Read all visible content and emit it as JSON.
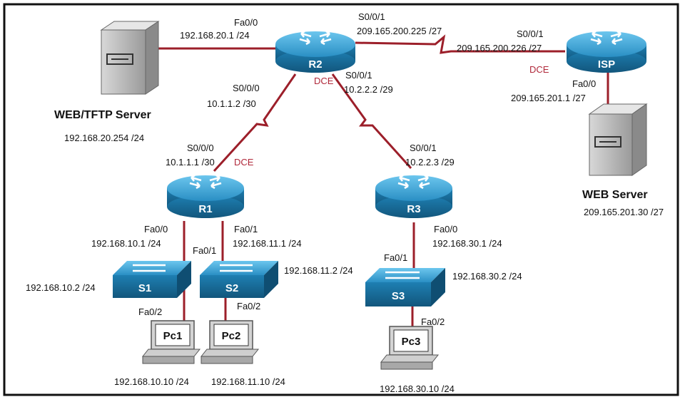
{
  "devices": {
    "r1": "R1",
    "r2": "R2",
    "r3": "R3",
    "isp": "ISP",
    "s1": "S1",
    "s2": "S2",
    "s3": "S3",
    "pc1": "Pc1",
    "pc2": "Pc2",
    "pc3": "Pc3"
  },
  "servers": {
    "web_tftp": {
      "name": "WEB/TFTP Server",
      "ip": "192.168.20.254 /24"
    },
    "web": {
      "name": "WEB Server",
      "ip": "209.165.201.30 /27"
    }
  },
  "labels": {
    "r2_fa00": "Fa0/0",
    "r2_fa00_ip": "192.168.20.1 /24",
    "r2_s001": "S0/0/1",
    "r2_s001_ip": "209.165.200.225 /27",
    "isp_s001": "S0/0/1",
    "isp_s001_ip": "209.165.200.226 /27",
    "isp_dce": "DCE",
    "isp_fa00": "Fa0/0",
    "isp_fa00_ip": "209.165.201.1 /27",
    "r2_s000": "S0/0/0",
    "r2_s000_ip": "10.1.1.2 /30",
    "r2_dce": "DCE",
    "r2_s001b": "S0/0/1",
    "r2_s001b_ip": "10.2.2.2 /29",
    "r1_s000": "S0/0/0",
    "r1_s000_ip": "10.1.1.1 /30",
    "r1_dce": "DCE",
    "r3_s001": "S0/0/1",
    "r3_s001_ip": "10.2.2.3 /29",
    "r1_fa00": "Fa0/0",
    "r1_fa00_ip": "192.168.10.1 /24",
    "r1_fa01": "Fa0/1",
    "r1_fa01_ip": "192.168.11.1 /24",
    "s2_fa01": "Fa0/1",
    "r3_fa00": "Fa0/0",
    "r3_fa00_ip": "192.168.30.1 /24",
    "s1_ip": "192.168.10.2 /24",
    "s2_ip": "192.168.11.2 /24",
    "s3_fa01": "Fa0/1",
    "s3_ip": "192.168.30.2 /24",
    "s1_fa02": "Fa0/2",
    "s2_fa02": "Fa0/2",
    "s3_fa02": "Fa0/2",
    "pc1_ip": "192.168.10.10 /24",
    "pc2_ip": "192.168.11.10 /24",
    "pc3_ip": "192.168.30.10 /24"
  },
  "colors": {
    "link": "#9c1f2a",
    "device_blue": "#1f86b8",
    "dce": "#b0283a"
  }
}
